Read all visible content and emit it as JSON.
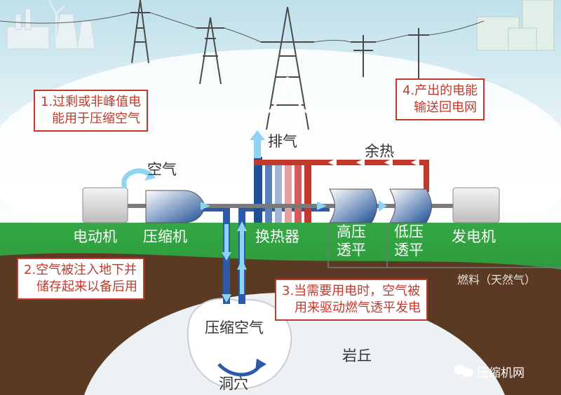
{
  "steps": [
    {
      "line1": "1.过剩或非峰值电",
      "line2": "能用于压缩空气"
    },
    {
      "line1": "2.空气被注入地下并",
      "line2": "储存起来以备后用"
    },
    {
      "line1": "3.当需要用电时，空气被",
      "line2": "用来驱动燃气透平发电"
    },
    {
      "line1": "4.产出的电能",
      "line2": "输送回电网"
    }
  ],
  "labels": {
    "air": "空气",
    "motor": "电动机",
    "compressor": "压缩机",
    "exhaust": "排气",
    "waste_heat": "余热",
    "heat_exchanger": "换热器",
    "hp_turbine_1": "高压",
    "hp_turbine_2": "透平",
    "lp_turbine_1": "低压",
    "lp_turbine_2": "透平",
    "generator": "发电机",
    "fuel": "燃料（天然气）",
    "compressed_air": "压缩空气",
    "cavern": "洞穴",
    "rock": "岩丘"
  },
  "watermark": "压缩机网",
  "colors": {
    "accent": "#c0392b",
    "ground": "#2e9e3e",
    "soil": "#5a3a22",
    "arrow": "#8fd3f4",
    "pipe": "#2a5aa8"
  }
}
